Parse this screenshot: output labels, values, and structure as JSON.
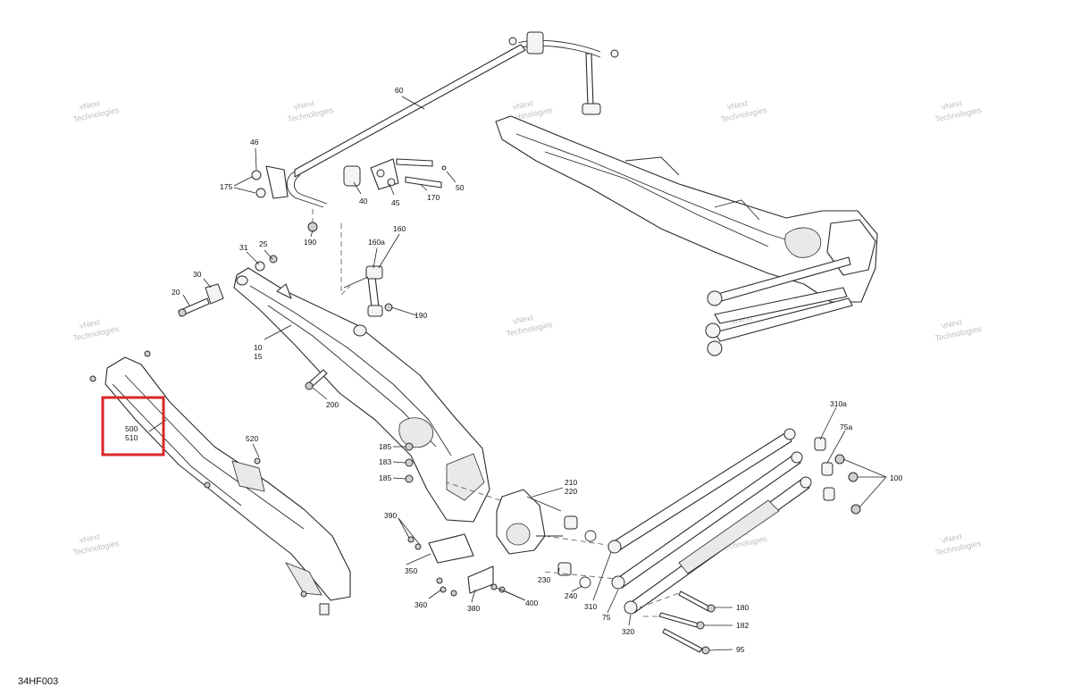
{
  "diagram_code": "34HF003",
  "watermark_text": [
    "vNext",
    "Technologies"
  ],
  "highlight_color": "#d9262a",
  "callouts": {
    "c60": "60",
    "c46": "46",
    "c175": "175",
    "c40": "40",
    "c45": "45",
    "c170": "170",
    "c50": "50",
    "c190a": "190",
    "c31": "31",
    "c25": "25",
    "c160a": "160a",
    "c160": "160",
    "c30": "30",
    "c20": "20",
    "c190b": "190",
    "c10": "10",
    "c15": "15",
    "c200": "200",
    "c500": "500",
    "c510": "510",
    "c520": "520",
    "c185a": "185",
    "c183": "183",
    "c185b": "185",
    "c210": "210",
    "c220": "220",
    "c390": "390",
    "c350": "350",
    "c360": "360",
    "c380": "380",
    "c400": "400",
    "c230": "230",
    "c240": "240",
    "c310": "310",
    "c75": "75",
    "c320": "320",
    "c310a": "310a",
    "c75a": "75a",
    "c100": "100",
    "c180": "180",
    "c182": "182",
    "c95": "95"
  }
}
